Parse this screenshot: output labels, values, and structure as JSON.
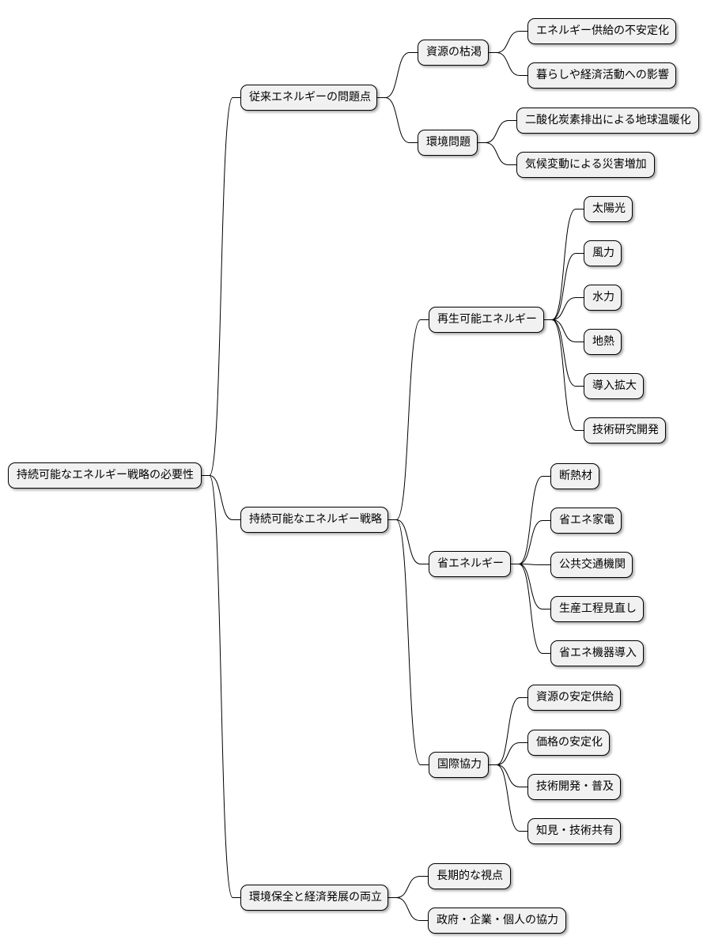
{
  "mindmap": {
    "root": "持続可能なエネルギー戦略の必要性",
    "branches": [
      {
        "label": "従来エネルギーの問題点",
        "children": [
          {
            "label": "資源の枯渇",
            "children": [
              "エネルギー供給の不安定化",
              "暮らしや経済活動への影響"
            ]
          },
          {
            "label": "環境問題",
            "children": [
              "二酸化炭素排出による地球温暖化",
              "気候変動による災害増加"
            ]
          }
        ]
      },
      {
        "label": "持続可能なエネルギー戦略",
        "children": [
          {
            "label": "再生可能エネルギー",
            "children": [
              "太陽光",
              "風力",
              "水力",
              "地熱",
              "導入拡大",
              "技術研究開発"
            ]
          },
          {
            "label": "省エネルギー",
            "children": [
              "断熱材",
              "省エネ家電",
              "公共交通機関",
              "生産工程見直し",
              "省エネ機器導入"
            ]
          },
          {
            "label": "国際協力",
            "children": [
              "資源の安定供給",
              "価格の安定化",
              "技術開発・普及",
              "知見・技術共有"
            ]
          }
        ]
      },
      {
        "label": "環境保全と経済発展の両立",
        "children": [
          "長期的な視点",
          "政府・企業・個人の協力"
        ]
      }
    ]
  },
  "colors": {
    "node_fill": "#f1f1f1",
    "line": "#000000"
  }
}
